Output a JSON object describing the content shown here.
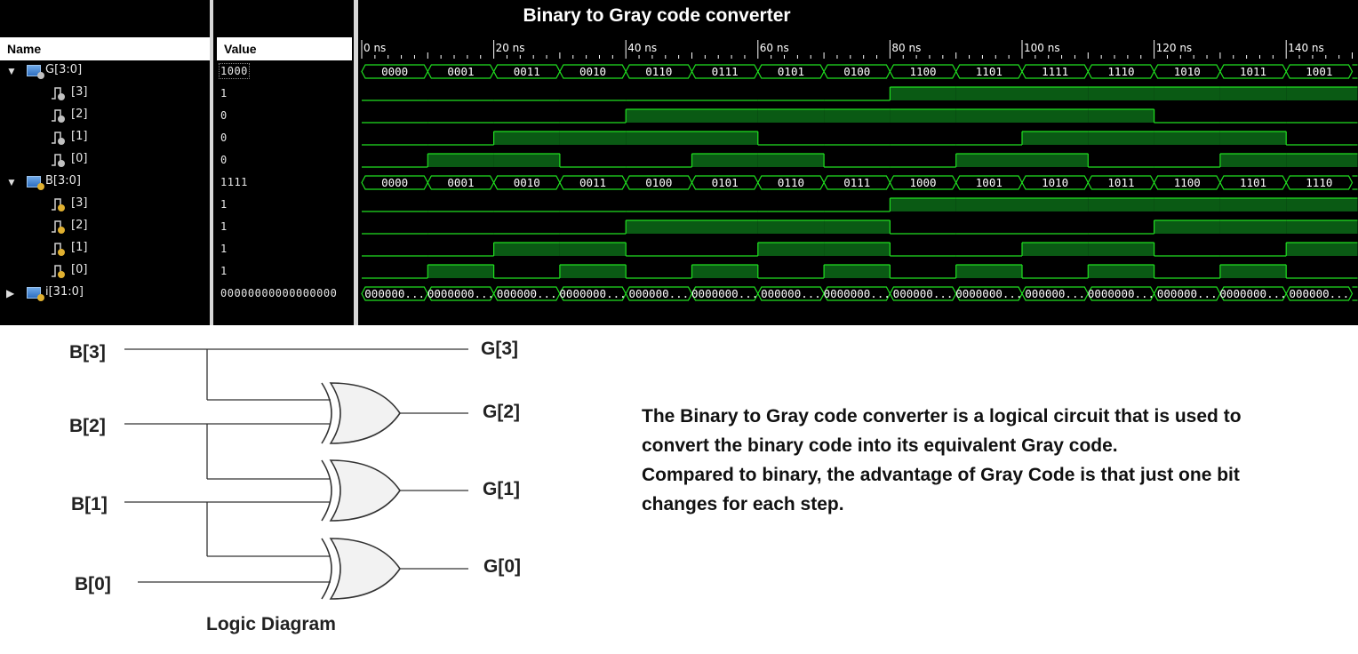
{
  "title": "Binary to Gray code converter",
  "columns": {
    "name": "Name",
    "value": "Value"
  },
  "time_axis": {
    "labels": [
      "0 ns",
      "20 ns",
      "40 ns",
      "60 ns",
      "80 ns",
      "100 ns",
      "120 ns",
      "140 ns"
    ],
    "step_ns": 20,
    "visible_ns": 150
  },
  "signals": [
    {
      "name": "G[3:0]",
      "value": "1000",
      "kind": "bus",
      "role": "output",
      "expander": "expanded",
      "bits": 4,
      "segments": [
        "0000",
        "0001",
        "0011",
        "0010",
        "0110",
        "0111",
        "0101",
        "0100",
        "1100",
        "1101",
        "1111",
        "1110",
        "1010",
        "1011",
        "1001"
      ]
    },
    {
      "name": "[3]",
      "value": "1",
      "kind": "bit",
      "role": "output",
      "parent": 0,
      "index": 3
    },
    {
      "name": "[2]",
      "value": "0",
      "kind": "bit",
      "role": "output",
      "parent": 0,
      "index": 2
    },
    {
      "name": "[1]",
      "value": "0",
      "kind": "bit",
      "role": "output",
      "parent": 0,
      "index": 1
    },
    {
      "name": "[0]",
      "value": "0",
      "kind": "bit",
      "role": "output",
      "parent": 0,
      "index": 0
    },
    {
      "name": "B[3:0]",
      "value": "1111",
      "kind": "bus",
      "role": "input",
      "expander": "expanded",
      "bits": 4,
      "segments": [
        "0000",
        "0001",
        "0010",
        "0011",
        "0100",
        "0101",
        "0110",
        "0111",
        "1000",
        "1001",
        "1010",
        "1011",
        "1100",
        "1101",
        "1110"
      ]
    },
    {
      "name": "[3]",
      "value": "1",
      "kind": "bit",
      "role": "input",
      "parent": 5,
      "index": 3
    },
    {
      "name": "[2]",
      "value": "1",
      "kind": "bit",
      "role": "input",
      "parent": 5,
      "index": 2
    },
    {
      "name": "[1]",
      "value": "1",
      "kind": "bit",
      "role": "input",
      "parent": 5,
      "index": 1
    },
    {
      "name": "[0]",
      "value": "1",
      "kind": "bit",
      "role": "input",
      "parent": 5,
      "index": 0
    },
    {
      "name": "i[31:0]",
      "value": "00000000000000000",
      "kind": "bus",
      "role": "input",
      "expander": "collapsed",
      "bits": 32,
      "segments": [
        "000000...",
        "0000000...",
        "000000...",
        "0000000...",
        "000000...",
        "0000000...",
        "000000...",
        "0000000...",
        "000000...",
        "0000000...",
        "000000...",
        "0000000...",
        "000000...",
        "0000000...",
        "000000..."
      ]
    }
  ],
  "diagram": {
    "inputs": [
      "B[3]",
      "B[2]",
      "B[1]",
      "B[0]"
    ],
    "outputs": [
      "G[3]",
      "G[2]",
      "G[1]",
      "G[0]"
    ],
    "caption": "Logic Diagram",
    "gate": "XOR"
  },
  "description": [
    "The Binary to Gray code converter is a logical circuit that is used to\nconvert the binary code into its equivalent Gray code.",
    "Compared to binary, the advantage of Gray Code is that just one bit\nchanges for each step."
  ],
  "colors": {
    "wave": "#20e020",
    "wave_fill": "#0a5a14",
    "bus_line": "#20e020",
    "panel_bg": "#000000",
    "text_light": "#e8e8e8",
    "gate_fill": "#f2f2f2",
    "gate_stroke": "#333333"
  },
  "icons": {
    "expanded": "triangle-down-icon",
    "collapsed": "triangle-right-icon",
    "bus": "bus-signal-icon",
    "bit": "bit-signal-icon"
  }
}
